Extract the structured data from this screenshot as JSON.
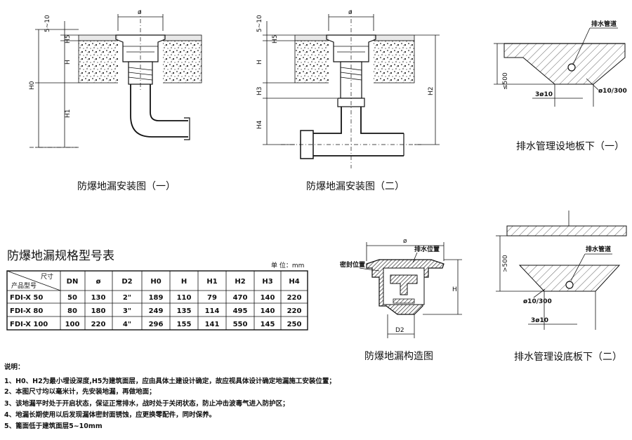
{
  "diagram1": {
    "caption": "防爆地漏安装图（一）",
    "dims": {
      "phi": "ø",
      "gap": "5~10",
      "h5": "H5",
      "h": "H",
      "h0": "H0",
      "h1": "H1"
    }
  },
  "diagram2": {
    "caption": "防爆地漏安装图（二）",
    "dims": {
      "phi": "ø",
      "gap": "5~10",
      "h5": "H5",
      "h": "H",
      "h3": "H3",
      "h4": "H4",
      "h2": "H2"
    }
  },
  "diagram3": {
    "caption": "排水管理设地板下（一）",
    "labels": {
      "pipe": "排水管道",
      "le": "≤500",
      "spec": "ø10/300",
      "rebar": "3ø10"
    }
  },
  "diagram4": {
    "caption": "排水管理设底板下（二）",
    "labels": {
      "pipe": "排水管道",
      "ge": ">500",
      "spec": "ø10/300",
      "rebar": "3ø10"
    }
  },
  "diagram5": {
    "caption": "防爆地漏构造图",
    "labels": {
      "phi": "ø",
      "seal": "密封位置",
      "water": "排水位置",
      "h": "H",
      "d2": "D2"
    }
  },
  "table": {
    "title": "防爆地漏规格型号表",
    "unit": "单  位：mm",
    "corner_top": "尺寸",
    "corner_bottom": "产品型号",
    "columns": [
      "DN",
      "ø",
      "D2",
      "H0",
      "H",
      "H1",
      "H2",
      "H3",
      "H4"
    ],
    "rows": [
      [
        "FDI-X  50",
        "50",
        "130",
        "2\"",
        "189",
        "110",
        "79",
        "470",
        "140",
        "220"
      ],
      [
        "FDI-X  80",
        "80",
        "180",
        "3\"",
        "249",
        "135",
        "114",
        "495",
        "140",
        "220"
      ],
      [
        "FDI-X 100",
        "100",
        "220",
        "4\"",
        "296",
        "155",
        "141",
        "550",
        "145",
        "250"
      ]
    ]
  },
  "notes": {
    "heading": "说明：",
    "items": [
      "1、H0、H2为最小埋设深度,H5为建筑面层，应由具体土建设计确定，故应视具体设计确定地漏施工安装位置；",
      "2、本图尺寸均以毫米计，先安装地漏，再做地面；",
      "3、该地漏平时处于开启状态，保证正常排水，战时处于关闭状态，防止冲击波毒气进入防护区；",
      "4、地漏长期使用以后发现漏体密封面锈蚀，应更换零配件，同时保养。",
      "5、篦面低于建筑面层5~10mm"
    ]
  }
}
